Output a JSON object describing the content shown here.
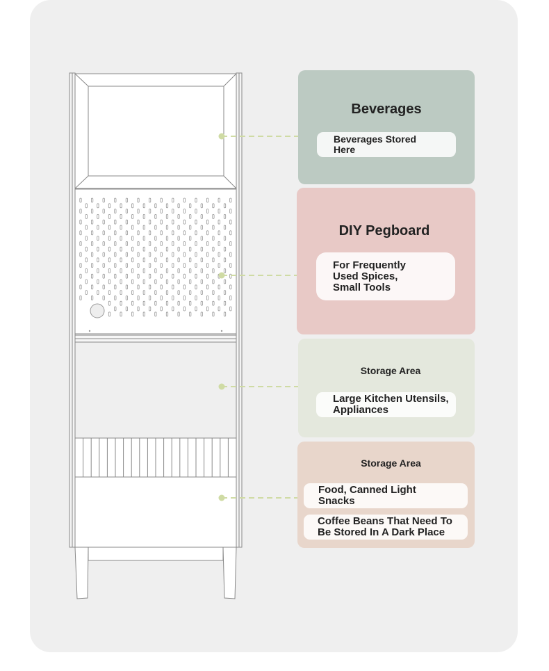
{
  "colors": {
    "background": "#efefef",
    "line": "#888888",
    "connector": "#cfdba4",
    "beverages": "#bccac2",
    "pegboard": "#e8c9c6",
    "storage": "#e4e8dd",
    "drawer": "#e8d6cb"
  },
  "cards": [
    {
      "title": "Beverages",
      "items": [
        "Beverages Stored Here"
      ]
    },
    {
      "title": "DIY Pegboard",
      "items": [
        "For Frequently Used Spices, Small Tools"
      ]
    },
    {
      "title": "Storage Area",
      "items": [
        "Large Kitchen Utensils, Appliances"
      ]
    },
    {
      "title": "Storage Area",
      "items": [
        "Food, Canned Light Snacks",
        "Coffee Beans That Need To Be Stored In A Dark Place"
      ]
    }
  ]
}
